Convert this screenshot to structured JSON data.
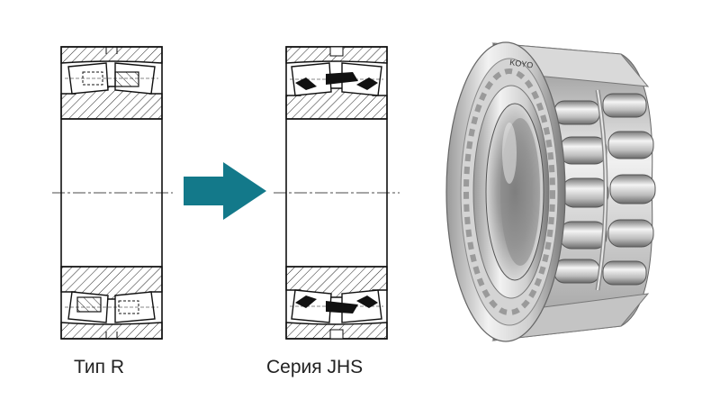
{
  "captions": {
    "left": "Тип R",
    "right": "Серия JHS"
  },
  "brand_mark": "KOYO",
  "colors": {
    "arrow": "#13798a",
    "line": "#111111",
    "metal_light": "#e8e8e8",
    "metal_dark": "#7d7d7d"
  }
}
